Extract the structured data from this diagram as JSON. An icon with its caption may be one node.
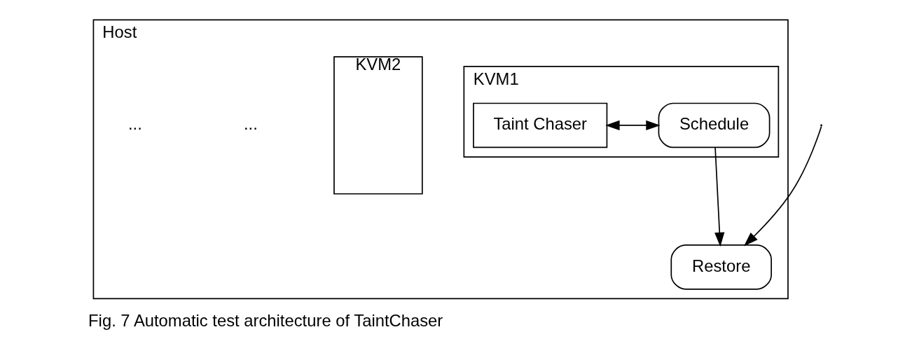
{
  "diagram": {
    "caption": "Fig. 7 Automatic test architecture of TaintChaser",
    "nodes": [
      {
        "text": [
          "Host"
        ]
      },
      {
        "text": [
          "Restore"
        ],
        "in": 0
      },
      {
        "text": [
          "KVM1"
        ],
        "in": 0
      },
      {
        "text": [
          "Schedule"
        ],
        "in": 2
      },
      {
        "text": [
          "Taint Chaser"
        ],
        "in": 2
      },
      {
        "text": [
          "KVM2"
        ],
        "in": 0
      }
    ],
    "edges": [
      {
        "from": 3,
        "to": 4,
        "arrow": "both"
      },
      {
        "from": 3,
        "to": 1,
        "arrow": "to"
      },
      {
        "from": null,
        "to": 1,
        "arrow": "to"
      }
    ],
    "labels": [
      "...",
      "..."
    ]
  }
}
